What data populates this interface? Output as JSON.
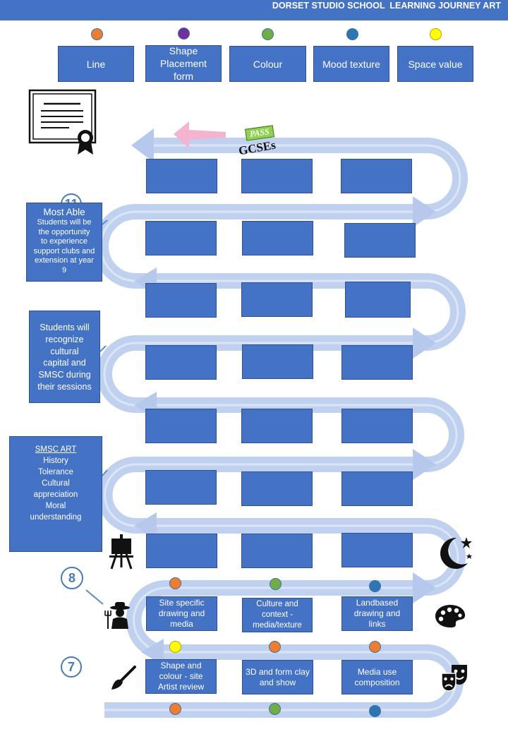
{
  "header": {
    "title": "DORSET STUDIO SCHOOL  LEARNING JOURNEY ART"
  },
  "colors": {
    "orange": "#ed7d31",
    "purple": "#7030a0",
    "green": "#70ad47",
    "blue": "#2e75b6",
    "yellow": "#ffff00",
    "box": "#4472c4"
  },
  "key": [
    {
      "label": "Line",
      "color": "#ed7d31"
    },
    {
      "label": "Shape Placement form",
      "color": "#7030a0"
    },
    {
      "label": "Colour",
      "color": "#70ad47"
    },
    {
      "label": "Mood texture",
      "color": "#2e75b6"
    },
    {
      "label": "Space value",
      "color": "#ffff00"
    }
  ],
  "badge": {
    "pass": "PASS",
    "gcses": "GCSEs"
  },
  "side_boxes": {
    "most_able": {
      "title": "Most Able",
      "lines": [
        "Students will be",
        "the opportunity",
        "to experience",
        "support clubs and",
        "extension at year",
        "9"
      ]
    },
    "cultural": {
      "lines": [
        "Students will",
        "recognize",
        "cultural",
        "capital and",
        "SMSC during",
        "their sessions"
      ]
    },
    "smsc": {
      "title": "SMSC ART",
      "lines": [
        "History",
        "Tolerance",
        "Cultural",
        "appreciation",
        "Moral",
        "understanding"
      ]
    }
  },
  "milestones": {
    "eight": "8",
    "seven": "7",
    "eleven": "11"
  },
  "row8_boxes": [
    "Site specific drawing and media",
    "Culture and context - media/texture",
    "Landbased drawing and links"
  ],
  "row7_boxes": [
    "Shape and colour - site Artist review",
    "3D and form clay and show",
    "Media use composition"
  ],
  "icons": [
    "certificate-icon",
    "easel-icon",
    "moon-icon",
    "farmer-icon",
    "palette-icon",
    "paintbrush-icon",
    "theatre-masks-icon"
  ]
}
